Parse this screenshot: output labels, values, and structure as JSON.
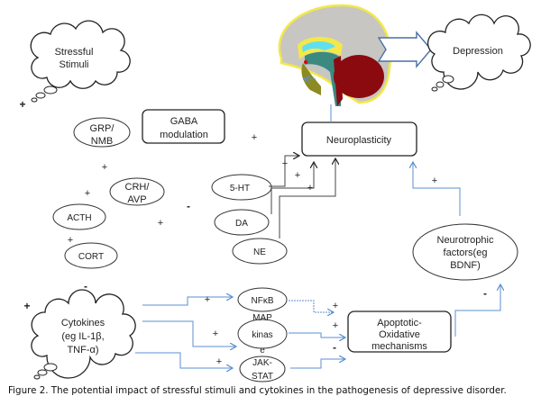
{
  "nodes": {
    "stressful_stimuli": [
      "Stressful",
      "Stimuli"
    ],
    "depression": "Depression",
    "gaba": [
      "GABA",
      "modulation"
    ],
    "grp_nmb": [
      "GRP/",
      "NMB"
    ],
    "crh_avp": [
      "CRH/",
      "AVP"
    ],
    "acth": "ACTH",
    "cort": "CORT",
    "ht5": "5-HT",
    "da": "DA",
    "ne": "NE",
    "neuroplasticity": "Neuroplasticity",
    "neurotrophic": [
      "Neurotrophic",
      "factors(eg",
      "BDNF)"
    ],
    "cytokines": [
      "Cytokines",
      "(eg IL-1β,",
      "TNF-α)"
    ],
    "nfkb": "NFκB",
    "map_kinase": [
      "MAP",
      "kinas",
      "e"
    ],
    "jak_stat": [
      "JAK-",
      "STAT"
    ],
    "apoptotic": [
      "Apoptotic-",
      "Oxidative",
      "mechanisms"
    ]
  },
  "signs": {
    "stress_plus": "+",
    "grp_plus": "+",
    "acth_plus": "+",
    "crh_plus": "+",
    "cort_plus": "+",
    "gaba_plus": "+",
    "minus_mono": "-",
    "ht_plus": "+",
    "da_plus": "+",
    "ne_plus": "+",
    "bdnf_plus": "+",
    "cyto_plus": "+",
    "cyto_minus": "-",
    "nfkb_plus": "+",
    "map_plus": "+",
    "jak_plus": "+",
    "nfkb_out_plus": "+",
    "map_out_plus": "+",
    "jak_out_minus": "-",
    "apop_minus": "-"
  },
  "caption": "Figure 2. The potential impact of stressful stimuli and cytokines in the pathogenesis of depressive disorder.",
  "colors": {
    "arrow_blue": "#5b8fd0",
    "brain_gray": "#c8c6c2",
    "brain_yellow": "#f2e84a",
    "cerebellum": "#8b0a10",
    "stem": "#3a8a80"
  }
}
